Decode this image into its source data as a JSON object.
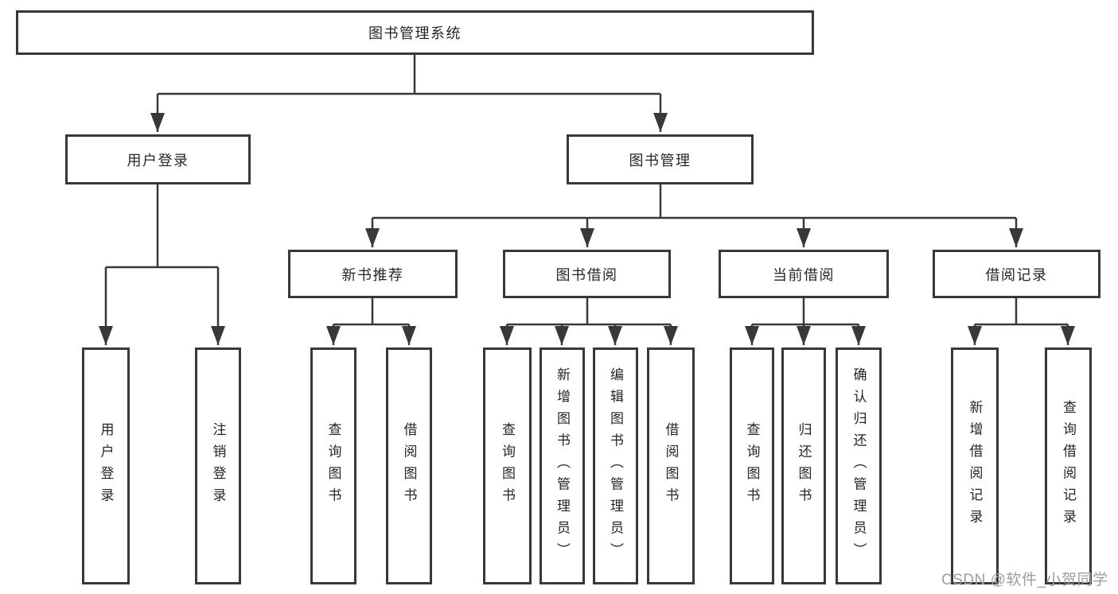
{
  "nodes": {
    "root": "图书管理系统",
    "level2": [
      "用户登录",
      "图书管理"
    ],
    "level3": [
      "新书推荐",
      "图书借阅",
      "当前借阅",
      "借阅记录"
    ],
    "leaves": {
      "user_login": [
        "用户登录",
        "注销登录"
      ],
      "new_book_recommend": [
        "查询图书",
        "借阅图书"
      ],
      "book_borrow": [
        "查询图书",
        "新增图书（管理员）",
        "编辑图书（管理员）",
        "借阅图书"
      ],
      "current_borrow": [
        "查询图书",
        "归还图书",
        "确认归还（管理员）"
      ],
      "borrow_records": [
        "新增借阅记录",
        "查询借阅记录"
      ]
    }
  },
  "watermark": "CSDN @软件_小贺同学",
  "colors": {
    "line": "#383838",
    "text": "#262626",
    "watermark": "#9e9e9e",
    "background": "#ffffff"
  }
}
